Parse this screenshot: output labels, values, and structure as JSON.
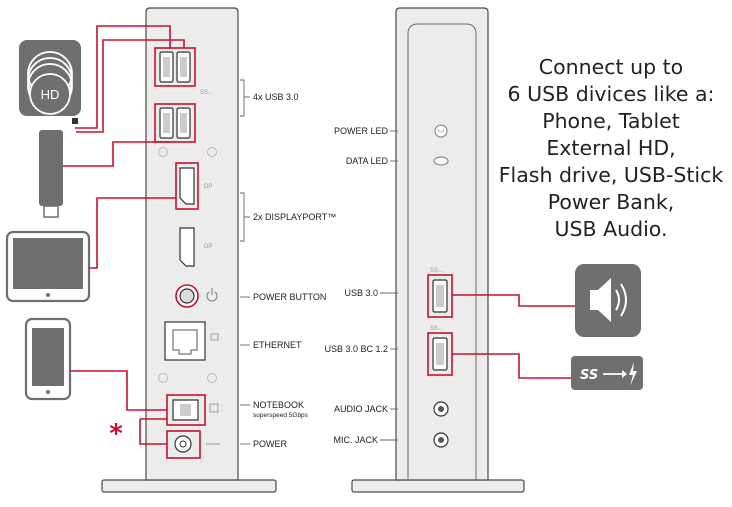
{
  "rear_labels": {
    "usb_group": "4x USB 3.0",
    "displayport_group": "2x DISPLAYPORT™",
    "power_button": "POWER BUTTON",
    "ethernet": "ETHERNET",
    "notebook": "NOTEBOOK",
    "notebook_sub": "superspeed 5Gbps",
    "power": "POWER"
  },
  "front_labels": {
    "power_led": "POWER LED",
    "data_led": "DATA LED",
    "usb30": "USB 3.0",
    "usb30_bc": "USB 3.0 BC 1.2",
    "audio_jack": "AUDIO JACK",
    "mic_jack": "MIC. JACK"
  },
  "device_icons": {
    "hd_label": "HD",
    "ss_logo": "SS"
  },
  "port_tags": {
    "ss": "SS←",
    "dp": "DP"
  },
  "asterisk": "*",
  "callout_lines": [
    "Connect up to",
    "6 USB divices like a:",
    "Phone, Tablet",
    "External HD,",
    "Flash drive, USB-Stick",
    "Power Bank,",
    "USB Audio."
  ],
  "colors": {
    "accent_red": "#c8102e",
    "icon_gray": "#6f6f6f",
    "dock_fill": "#ececec",
    "dock_stroke": "#4a4a4a"
  }
}
